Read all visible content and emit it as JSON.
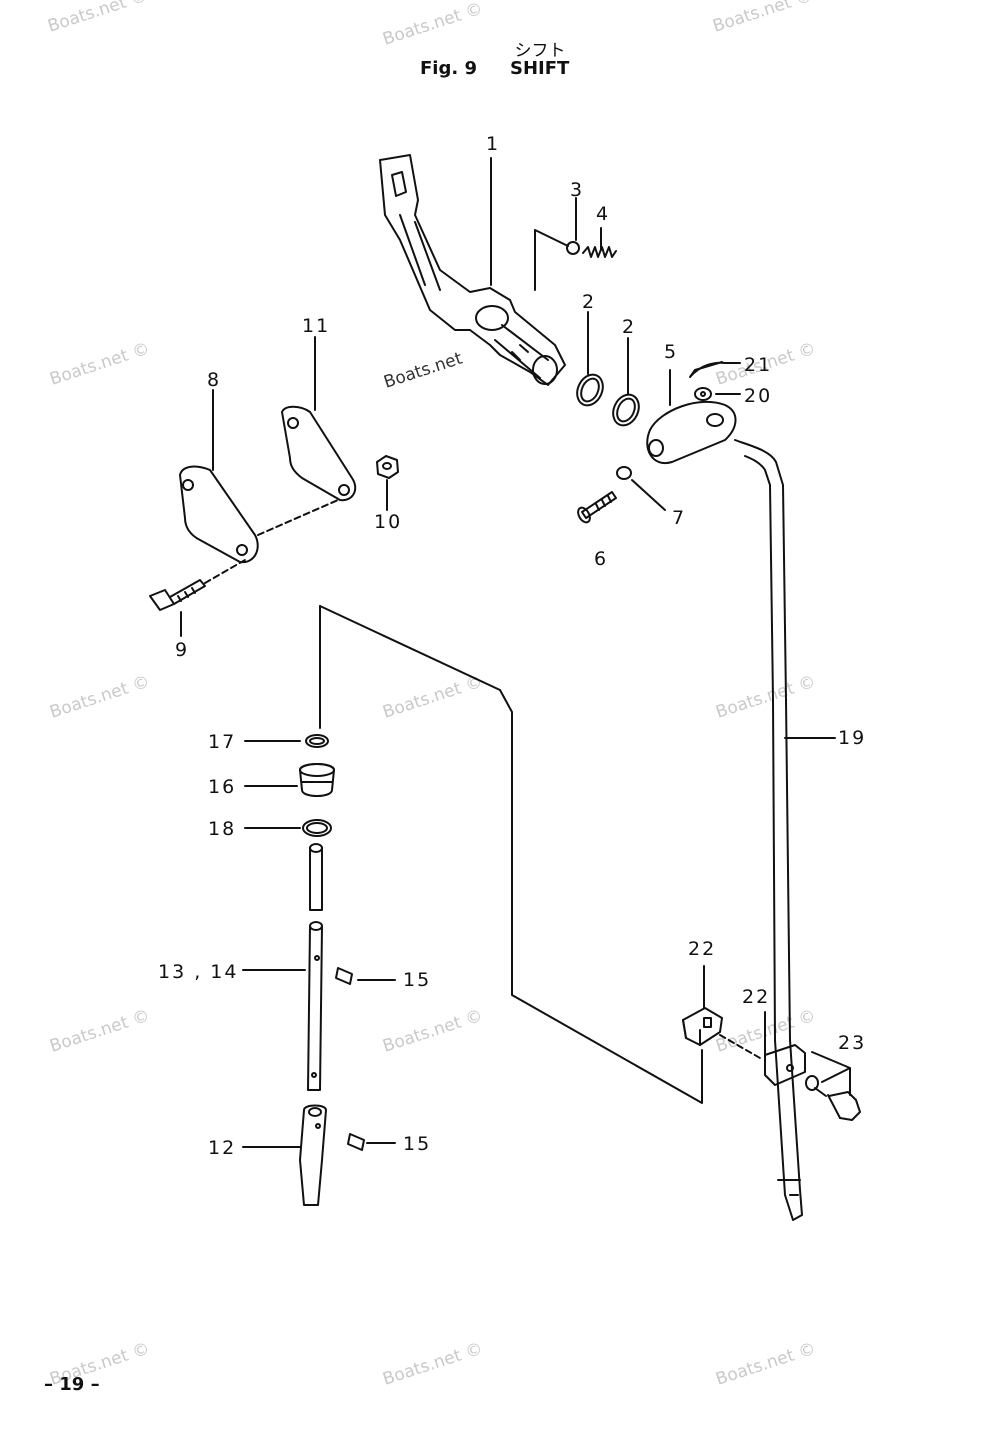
{
  "header": {
    "japanese_title": "シフト",
    "fig_label": "Fig. 9",
    "title": "SHIFT"
  },
  "page_number": "– 19 –",
  "watermark": "Boats.net ©",
  "watermark_inline": "Boats.net",
  "callouts": {
    "c1": "1",
    "c2a": "2",
    "c2b": "2",
    "c3": "3",
    "c4": "4",
    "c5": "5",
    "c6": "6",
    "c7": "7",
    "c8": "8",
    "c9": "9",
    "c10": "10",
    "c11": "11",
    "c12": "12",
    "c13_14": "13 , 14",
    "c15a": "15",
    "c15b": "15",
    "c16": "16",
    "c17": "17",
    "c18": "18",
    "c19": "19",
    "c20": "20",
    "c21": "21",
    "c22a": "22",
    "c22b": "22",
    "c23": "23"
  },
  "colors": {
    "line": "#111111",
    "watermark": "#c9c9c9",
    "background": "#ffffff"
  }
}
